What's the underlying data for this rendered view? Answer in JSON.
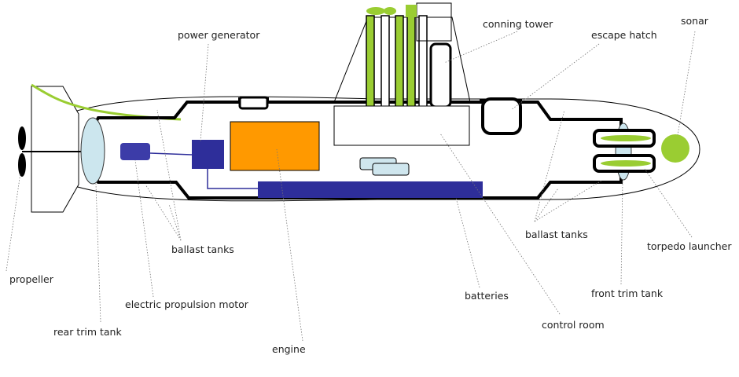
{
  "labels": {
    "power_generator": "power generator",
    "conning_tower": "conning tower",
    "escape_hatch": "escape hatch",
    "sonar": "sonar",
    "ballast_tanks_rear": "ballast tanks",
    "ballast_tanks_front": "ballast tanks",
    "torpedo_launcher": "torpedo launcher",
    "propeller": "propeller",
    "electric_propulsion_motor": "electric propulsion motor",
    "rear_trim_tank": "rear trim tank",
    "engine": "engine",
    "batteries": "batteries",
    "front_trim_tank": "front trim tank",
    "control_room": "control room"
  },
  "colors": {
    "hull_outline": "#000000",
    "engine": "#ff9900",
    "electrical": "#2e2e9a",
    "mast_green": "#9acd32",
    "trim_tank": "#cce6ee",
    "battery_cell": "#cfe6ee"
  }
}
